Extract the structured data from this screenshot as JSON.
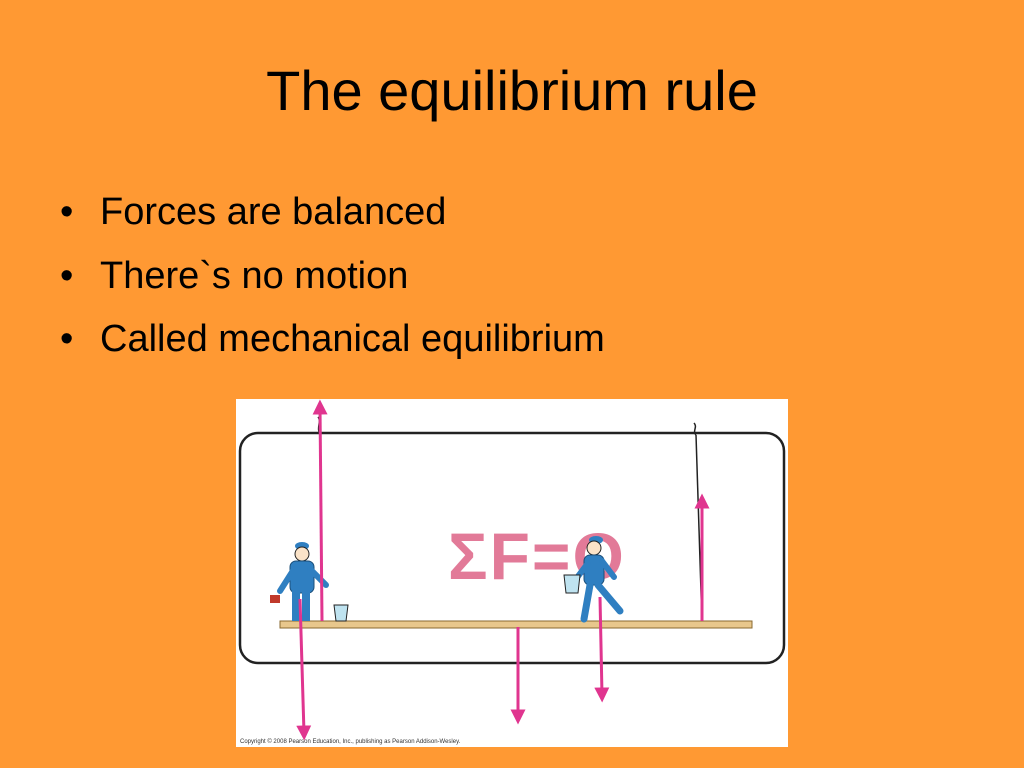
{
  "slide": {
    "title": "The equilibrium rule",
    "bullet_glyph": "•",
    "bullets": [
      "Forces are balanced",
      "There`s no motion",
      "Called mechanical equilibrium"
    ]
  },
  "figure": {
    "equation": "ΣF=O",
    "copyright": "Copyright © 2008 Pearson Education, Inc., publishing as Pearson Addison-Wesley.",
    "colors": {
      "arrow": "#E0358F",
      "equation": "#E27A98",
      "painter": "#2F7FC1",
      "plank": "#E8C78C",
      "background": "#FF9933"
    }
  }
}
